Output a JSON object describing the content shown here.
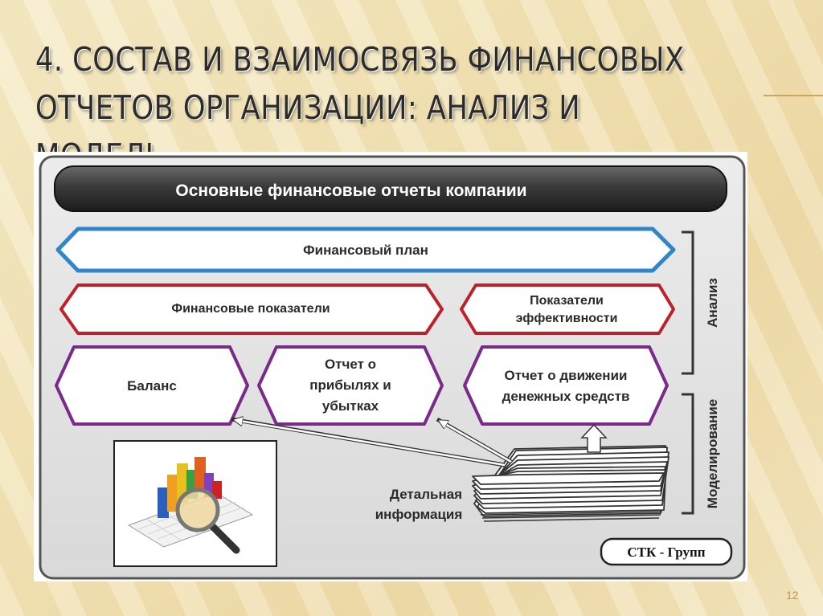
{
  "title_line1": "4. СОСТАВ И ВЗАИМОСВЯЗЬ ФИНАНСОВЫХ",
  "title_line2": "ОТЧЕТОВ ОРГАНИЗАЦИИ: АНАЛИЗ И МОДЕЛЬ",
  "slide_number": "12",
  "diagram": {
    "header": "Основные финансовые отчеты компании",
    "financial_plan": "Финансовый план",
    "financial_indicators": "Финансовые показатели",
    "efficiency_line1": "Показатели",
    "efficiency_line2": "эффективности",
    "balance": "Баланс",
    "pnl_line1": "Отчет о",
    "pnl_line2": "прибылях и",
    "pnl_line3": "убытках",
    "cashflow_line1": "Отчет о движении",
    "cashflow_line2": "денежных средств",
    "analysis_label": "Анализ",
    "modeling_label": "Моделирование",
    "detail_line1": "Детальная",
    "detail_line2": "информация",
    "brand": "СТК - Групп"
  },
  "colors": {
    "plan_border": "#2f86c8",
    "indicator_border": "#c0202c",
    "report_border": "#7a2a8a",
    "header_bg": "#3a3a3a",
    "frame_bg": "#e4e4e4"
  }
}
